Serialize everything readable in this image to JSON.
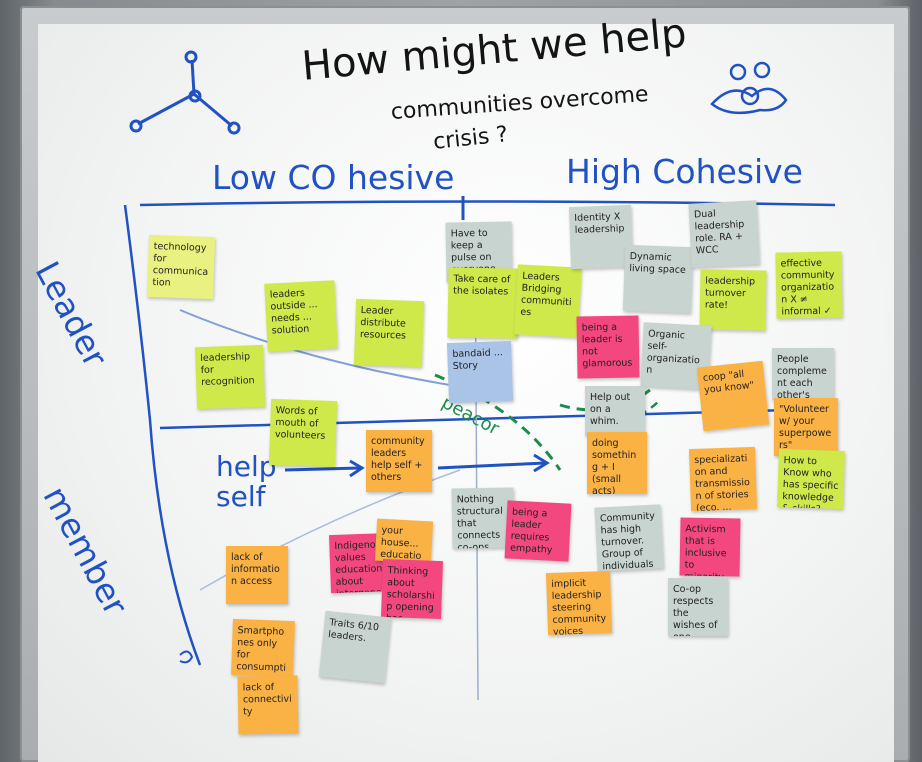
{
  "board": {
    "title": "How might we help",
    "subtitle_line1": "communities overcome",
    "subtitle_line2": "crisis ?",
    "low_label": "Low CO hesive",
    "high_label": "High Cohesive",
    "leader_label": "Leader",
    "member_label": "member",
    "help_self": "help self",
    "peacor": "peacor"
  },
  "notes": [
    "technology for communication",
    "leaders outside ... needs ... solution",
    "Leader distribute resources",
    "leadership for recognition",
    "Words of mouth of volunteers",
    "Have to keep a pulse on everyone to keep the community ...",
    "Take care of the isolates",
    "Leaders Bridging communities",
    "bandaid ... Story",
    "Identity X leadership",
    "Dynamic living space",
    "Dual leadership role. RA + WCC",
    "leadership turnover rate!",
    "effective community organization X ≠ informal ✓",
    "being a leader is not glamorous",
    "Organic self-organization",
    "Help out on a whim.",
    "coop \"all you know\"",
    "People complement each other's skills & superpowers",
    "community leaders help self + others",
    "doing something + I (small acts)",
    "\"Volunteer w/ your superpowers\"",
    "How to Know who has specific knowledge & skills? \"To be capable\"",
    "specialization and transmission of stories (eco. ... specialization)",
    "Nothing structural that connects co-ops. Networks of people",
    "being a leader requires empathy",
    "Community has high turnover. Group of individuals with their own traits.",
    "Activism that is inclusive to minority populations",
    "lack of information access",
    "Indigenous values education about intergenerationality in communities",
    "your house... education",
    "Thinking about scholarship opening has empowered ... to branch out of their comfort zone",
    "implicit leadership steering community voices",
    "Co-op respects the wishes of one person.",
    "Smartphones only for consumption",
    "Traits 6/10 leaders.",
    "lack of connectivity"
  ]
}
